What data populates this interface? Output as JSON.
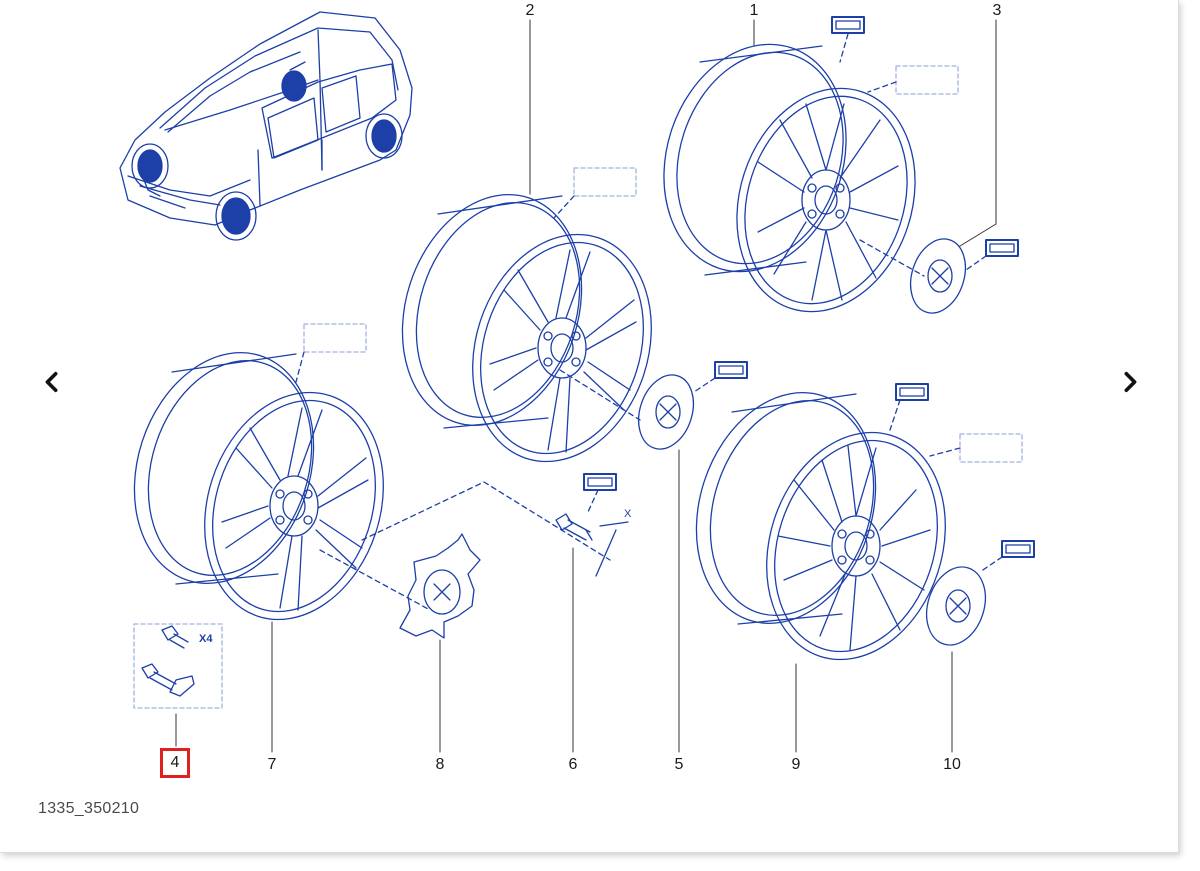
{
  "diagram": {
    "reference_code": "1335_350210",
    "callouts": [
      {
        "id": "1",
        "label": "1"
      },
      {
        "id": "2",
        "label": "2"
      },
      {
        "id": "3",
        "label": "3"
      },
      {
        "id": "4",
        "label": "4",
        "highlighted": true
      },
      {
        "id": "5",
        "label": "5"
      },
      {
        "id": "6",
        "label": "6"
      },
      {
        "id": "7",
        "label": "7"
      },
      {
        "id": "8",
        "label": "8"
      },
      {
        "id": "9",
        "label": "9"
      },
      {
        "id": "10",
        "label": "10"
      }
    ],
    "quantity_note": "X4",
    "dimension_note": "X"
  },
  "colors": {
    "line": "#1c3fa8",
    "highlight": "#e02020",
    "dashed": "#9fb3dd"
  },
  "icons": {
    "prev": "chevron-left-icon",
    "next": "chevron-right-icon"
  }
}
